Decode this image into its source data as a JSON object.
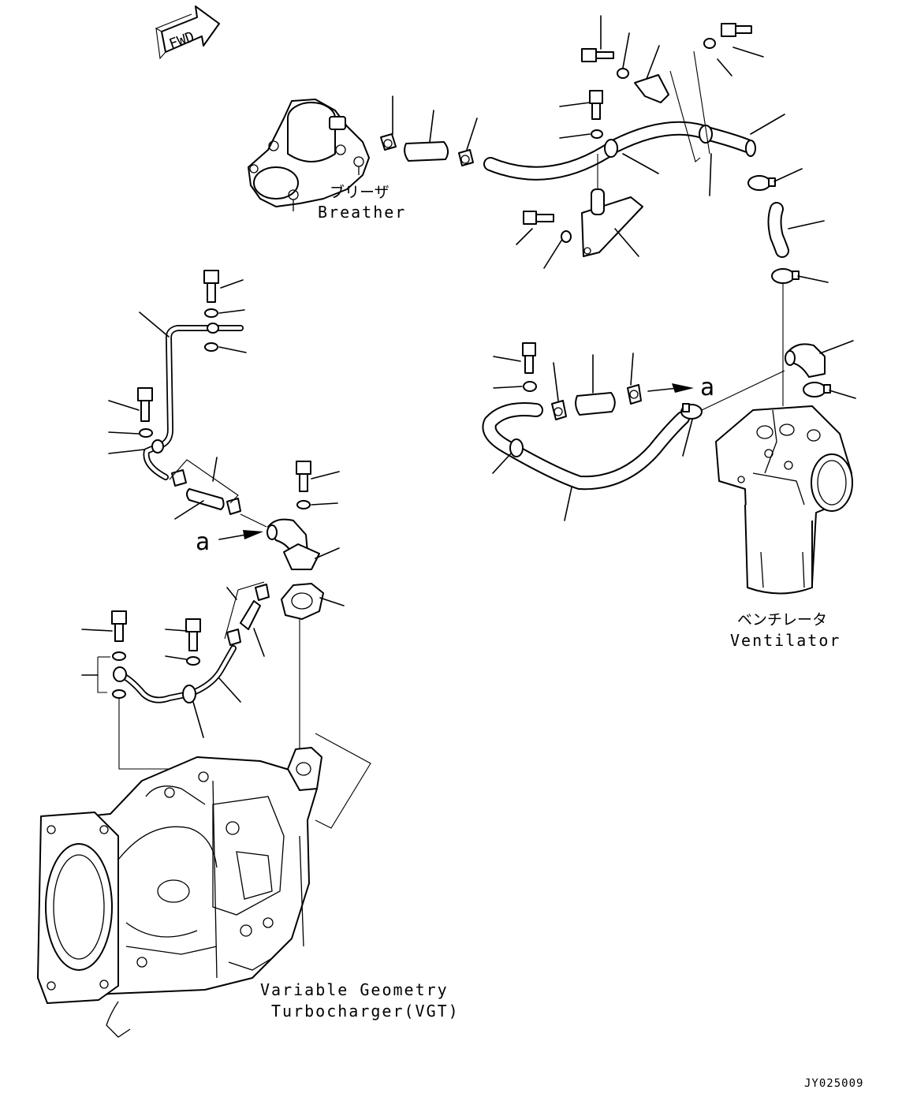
{
  "fwd_badge": "FWD",
  "breather": {
    "label_ja": "ブリーザ",
    "label_en": "Breather"
  },
  "ventilator": {
    "label_ja": "ベンチレータ",
    "label_en": "Ventilator"
  },
  "vgt": {
    "label_line1": "Variable Geometry",
    "label_line2": "Turbocharger(VGT)"
  },
  "reference_marker": "a",
  "drawing_code": "JY025009"
}
